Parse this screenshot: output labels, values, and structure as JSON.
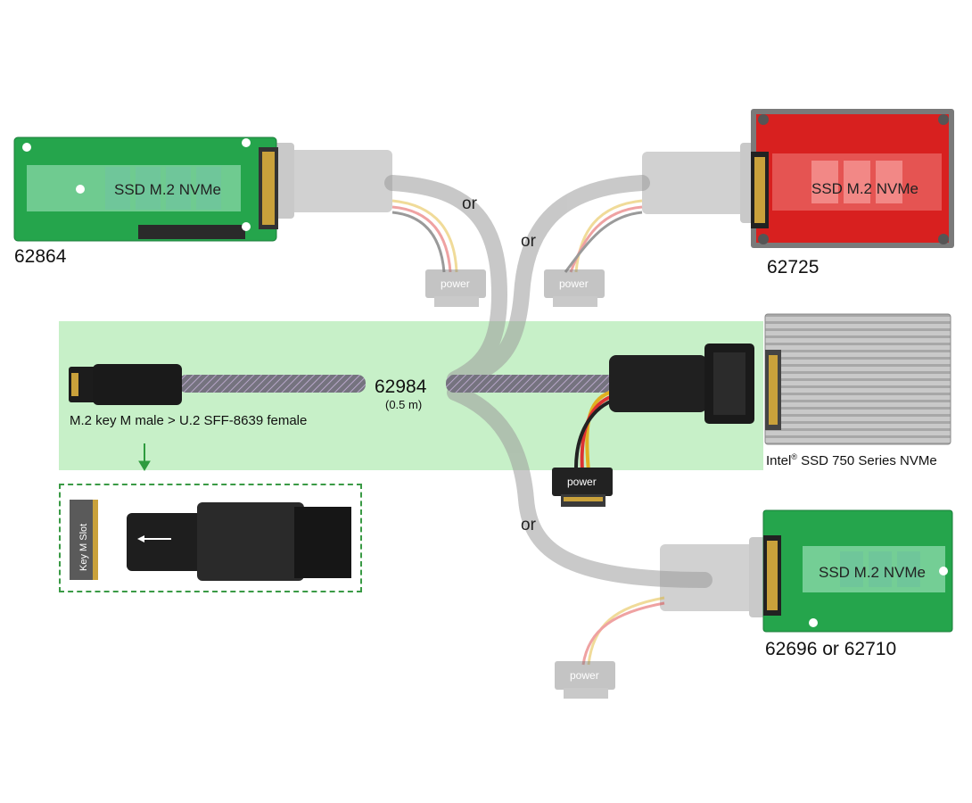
{
  "products": {
    "top_left_sku": "62864",
    "top_right_sku": "62725",
    "bottom_right_sku": "62696 or 62710"
  },
  "boards": {
    "ssd_label": "SSD M.2 NVMe"
  },
  "cable": {
    "sku": "62984",
    "length": "(0.5 m)",
    "description": "M.2 key M male > U.2 SFF-8639 female"
  },
  "drive": {
    "brand": "Intel",
    "trademark": "®",
    "name": " SSD 750 Series NVMe"
  },
  "connectors": {
    "power_label": "power",
    "or_label": "or"
  },
  "zoom": {
    "slot_label": "Key M Slot"
  },
  "colors": {
    "highlight": "#c7f0c8",
    "pcb_green": "#25a54c",
    "pcb_red": "#d8201f",
    "cable_gray": "#8a8a93",
    "arrow_green": "#2e9b3e"
  }
}
